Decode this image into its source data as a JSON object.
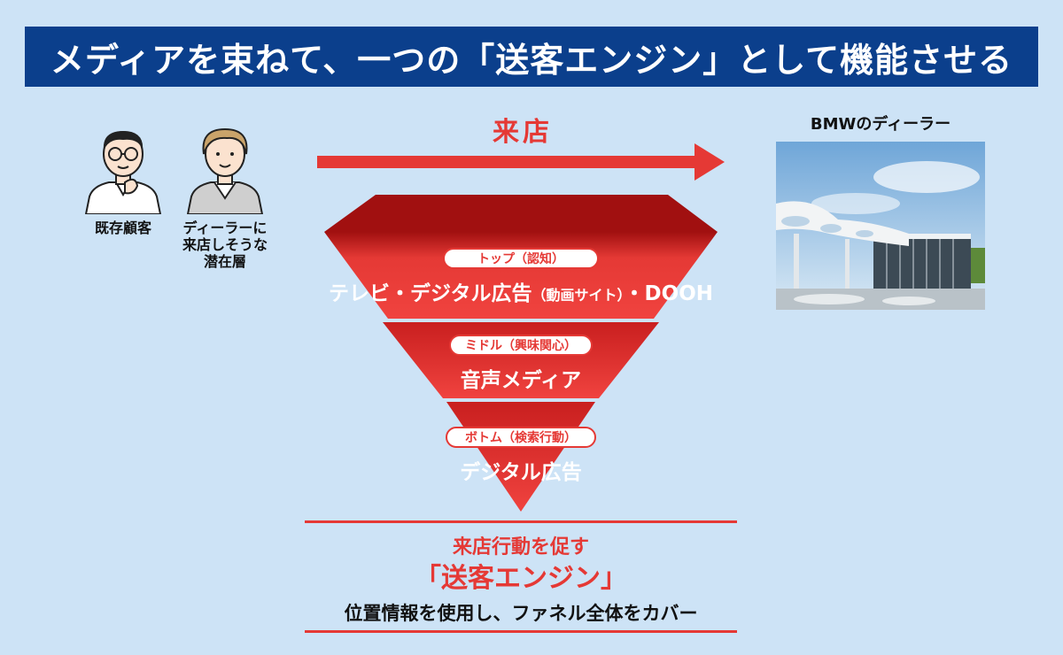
{
  "title": "メディアを束ねて、一つの「送客エンジン」として機能させる",
  "personas": [
    {
      "label": "既存顧客",
      "icon": "customer-glasses-icon"
    },
    {
      "label": "ディーラーに\n来店しそうな\n潜在層",
      "icon": "prospect-person-icon"
    }
  ],
  "arrow": {
    "label": "来店",
    "color": "#e53935"
  },
  "dealer": {
    "label": "BMWのディーラー"
  },
  "funnel": {
    "stages": [
      {
        "tag": "トップ（認知）",
        "text": "テレビ・デジタル広告",
        "small": "（動画サイト）",
        "suffix": "・DOOH"
      },
      {
        "tag": "ミドル（興味関心）",
        "text": "音声メディア"
      },
      {
        "tag": "ボトム（検索行動）",
        "text": "デジタル広告"
      }
    ]
  },
  "engine": {
    "line1": "来店行動を促す",
    "line2": "「送客エンジン」",
    "line3": "位置情報を使用し、ファネル全体をカバー"
  },
  "colors": {
    "accent": "#e53935",
    "navy": "#0b3f8c",
    "background": "#cde3f6"
  }
}
